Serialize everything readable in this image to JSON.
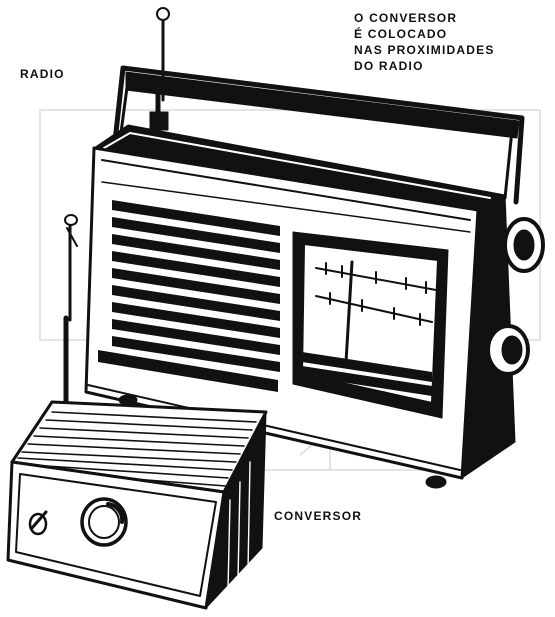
{
  "labels": {
    "radio": "RADIO",
    "note_line1": "O  CONVERSOR",
    "note_line2": "É  COLOCADO",
    "note_line3": "NAS  PROXIMIDADES",
    "note_line4": "DO  RADIO",
    "converter": "CONVERSOR"
  },
  "colors": {
    "ink": "#111111",
    "paper": "#ffffff",
    "bleed": "#d8d8d8"
  }
}
